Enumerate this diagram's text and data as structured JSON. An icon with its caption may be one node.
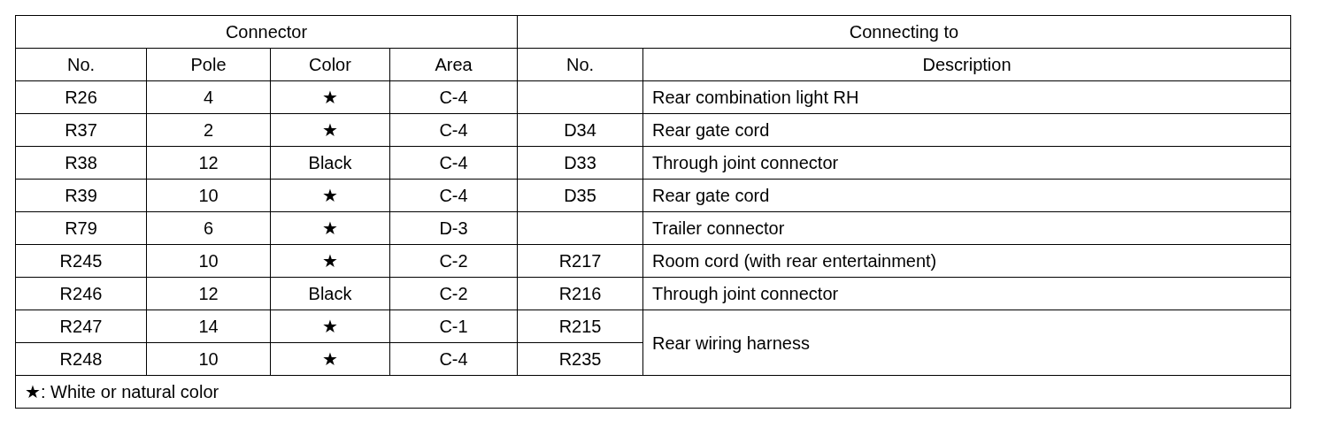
{
  "diagram": {
    "labels": [
      "Connector",
      "Connecting to",
      "No.",
      "Pole",
      "Color",
      "Area",
      "No.",
      "Description",
      "R26",
      "4",
      "★",
      "C-4",
      "Rear combination light RH",
      "R37",
      "2",
      "★",
      "C-4",
      "D34",
      "Rear gate cord",
      "R38",
      "12",
      "Black",
      "C-4",
      "D33",
      "Through joint connector",
      "R39",
      "10",
      "★",
      "C-4",
      "D35",
      "Rear gate cord",
      "R79",
      "6",
      "★",
      "D-3",
      "Trailer connector",
      "R245",
      "10",
      "★",
      "C-2",
      "R217",
      "Room cord (with rear entertainment)",
      "R246",
      "12",
      "Black",
      "C-2",
      "R216",
      "Through joint connector",
      "R247",
      "14",
      "★",
      "C-1",
      "R215",
      "Rear wiring harness",
      "R248",
      "10",
      "★",
      "C-4",
      "R235",
      "★: White or natural color"
    ]
  }
}
